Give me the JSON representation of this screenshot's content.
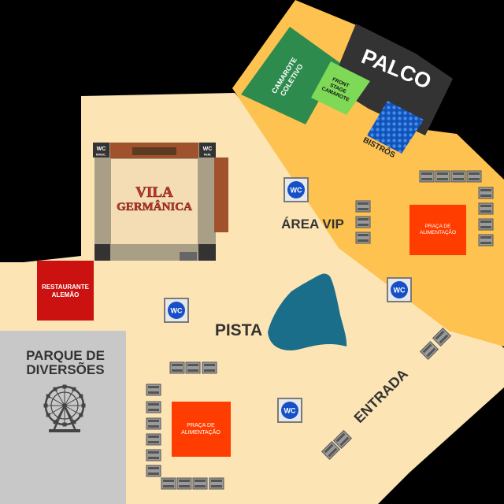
{
  "zones": {
    "palco": "PALCO",
    "camarote_line1": "CAMAROTE",
    "camarote_line2": "COLETIVO",
    "front_line1": "FRONT",
    "front_line2": "STAGE",
    "front_line3": "CAMAROTE",
    "bistros": "BISTRÔS",
    "area_vip": "ÁREA VIP",
    "pista": "PISTA",
    "entrada": "ENTRADA",
    "parque_line1": "PARQUE DE",
    "parque_line2": "DIVERSÕES",
    "restaurante_line1": "RESTAURANTE",
    "restaurante_line2": "ALEMÃO",
    "vila_line1": "VILA",
    "vila_line2": "GERMÂNICA",
    "praca_vip_line1": "PRAÇA DE",
    "praca_vip_line2": "ALIMENTAÇÃO",
    "praca_pista_line1": "PRAÇA DE",
    "praca_pista_line2": "ALIMENTAÇÃO"
  },
  "wc": {
    "label": "WC",
    "masc_tag": "WC",
    "masc_sub": "MASC.",
    "fem_tag": "WC",
    "fem_sub": "FEM."
  },
  "colors": {
    "background": "#000000",
    "pista": "#FCE4B4",
    "vip": "#FDC24F",
    "parque": "#C8C8C8",
    "stage": "#333333",
    "camarote": "#2E8B4E",
    "front_stage": "#7ED957",
    "bistros": "#1E6FD9",
    "lake": "#1B6E8A",
    "restaurante": "#CC1111",
    "praca": "#FF3D00",
    "vila_inner": "#F4DDB5",
    "vila_wall": "#A99E86",
    "vila_roof": "#A0522D",
    "vila_title": "#C0392B",
    "wc_blue": "#1650C8"
  },
  "icons": {
    "ferris_wheel": "ferris-wheel-icon",
    "restroom": "wc-icon",
    "bench": "bench-icon"
  }
}
